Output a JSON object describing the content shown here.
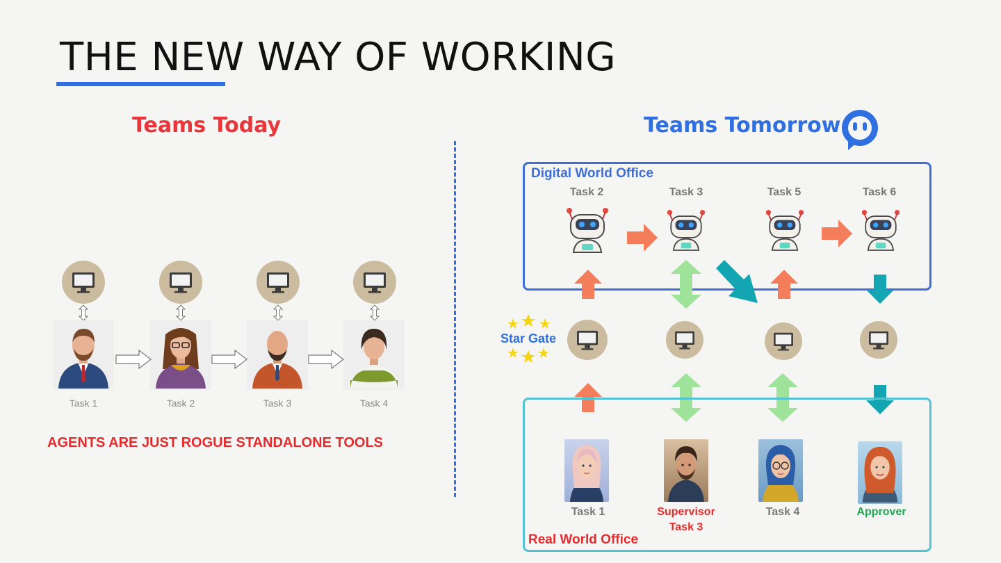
{
  "page": {
    "title": "THE NEW WAY OF WORKING"
  },
  "left": {
    "heading": "Teams Today",
    "heading_color": "#e8363a",
    "tasks": [
      "Task 1",
      "Task 2",
      "Task 3",
      "Task 4"
    ],
    "warning": "AGENTS ARE JUST ROGUE STANDALONE TOOLS"
  },
  "right": {
    "heading": "Teams Tomorrow",
    "heading_color": "#2f6fe0",
    "digital_office": {
      "title": "Digital World Office",
      "robots": [
        "Task 2",
        "Task 3",
        "Task 5",
        "Task 6"
      ]
    },
    "star_gate": "Star Gate",
    "real_office": {
      "title": "Real World Office",
      "people": [
        {
          "label": "Task 1",
          "color": "#7a7a7a"
        },
        {
          "label": "Supervisor",
          "label2": "Task 3",
          "color": "#e52b2b"
        },
        {
          "label": "Task 4",
          "color": "#7a7a7a"
        },
        {
          "label": "Approver",
          "color": "#1eaa53"
        }
      ]
    }
  },
  "colors": {
    "accent_blue": "#2f6fe0",
    "arrow_orange": "#f47d5b",
    "arrow_green": "#9fe39a",
    "arrow_teal": "#14a5b3",
    "star_yellow": "#f4d512"
  }
}
